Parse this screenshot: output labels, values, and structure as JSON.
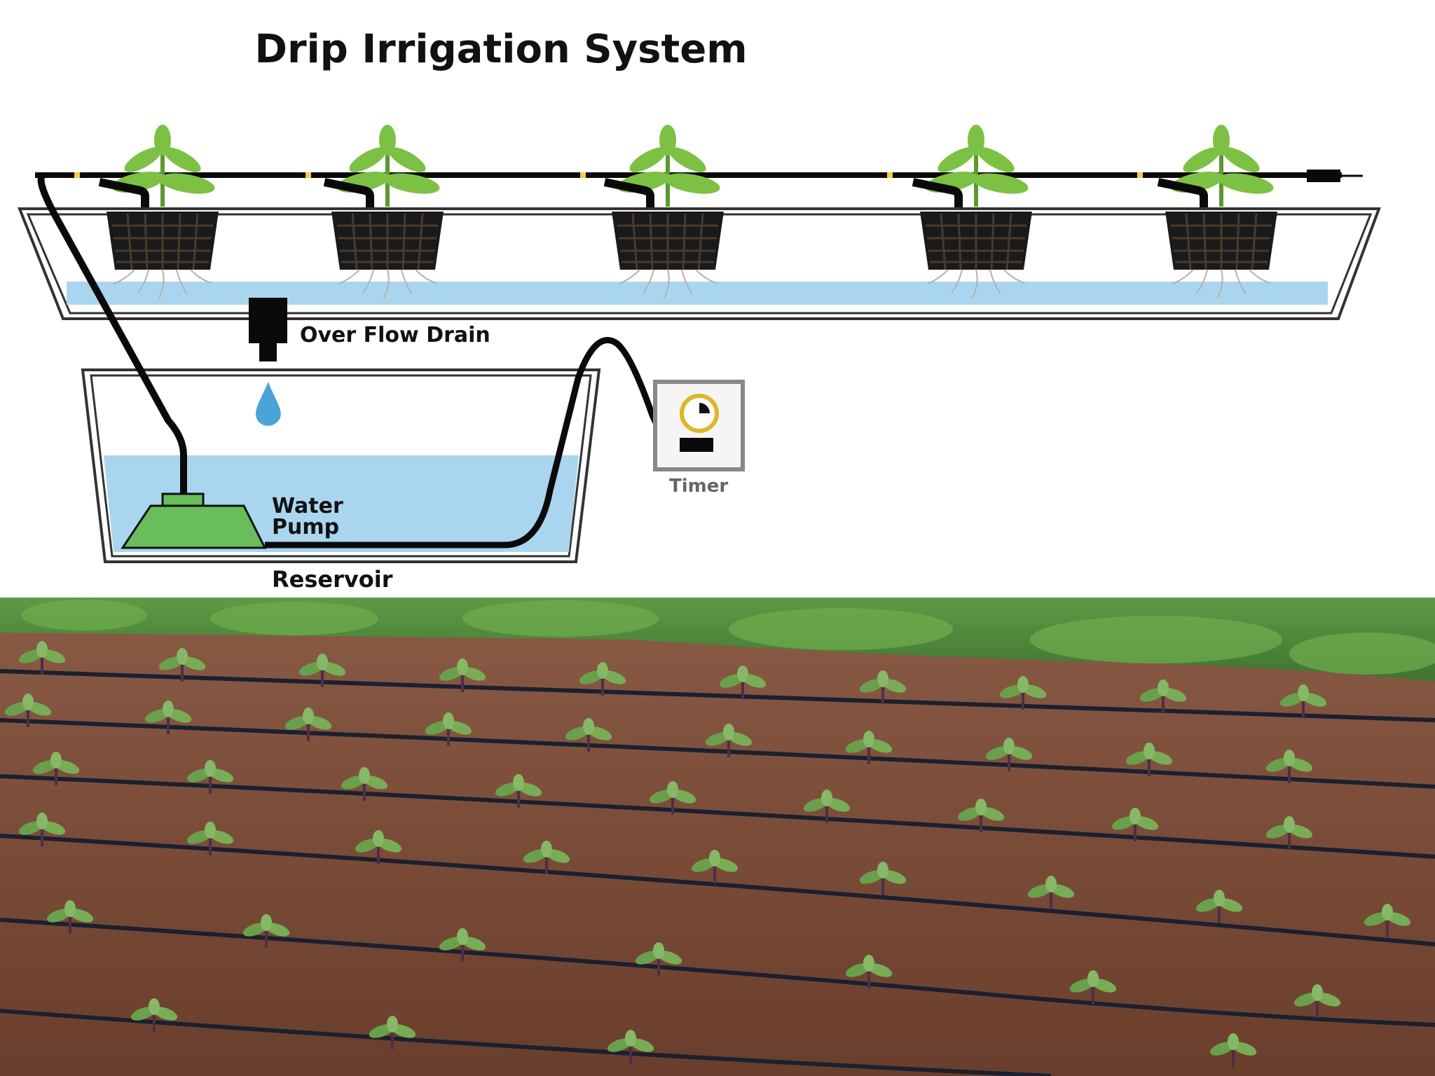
{
  "title": "Drip Irrigation System",
  "labels": {
    "overflow_drain": "Over Flow Drain",
    "water_pump_line1": "Water",
    "water_pump_line2": "Pump",
    "reservoir": "Reservoir",
    "timer": "Timer"
  },
  "colors": {
    "water": "#a9d6ee",
    "pump": "#69bd5b",
    "leaf": "#7cc143",
    "pipe": "#0a0a0a",
    "soil": "#7b4a34",
    "foliage": "#4f8a3a"
  },
  "plant_count": 5,
  "photo_icons": [
    "seedling-row",
    "drip-line"
  ]
}
